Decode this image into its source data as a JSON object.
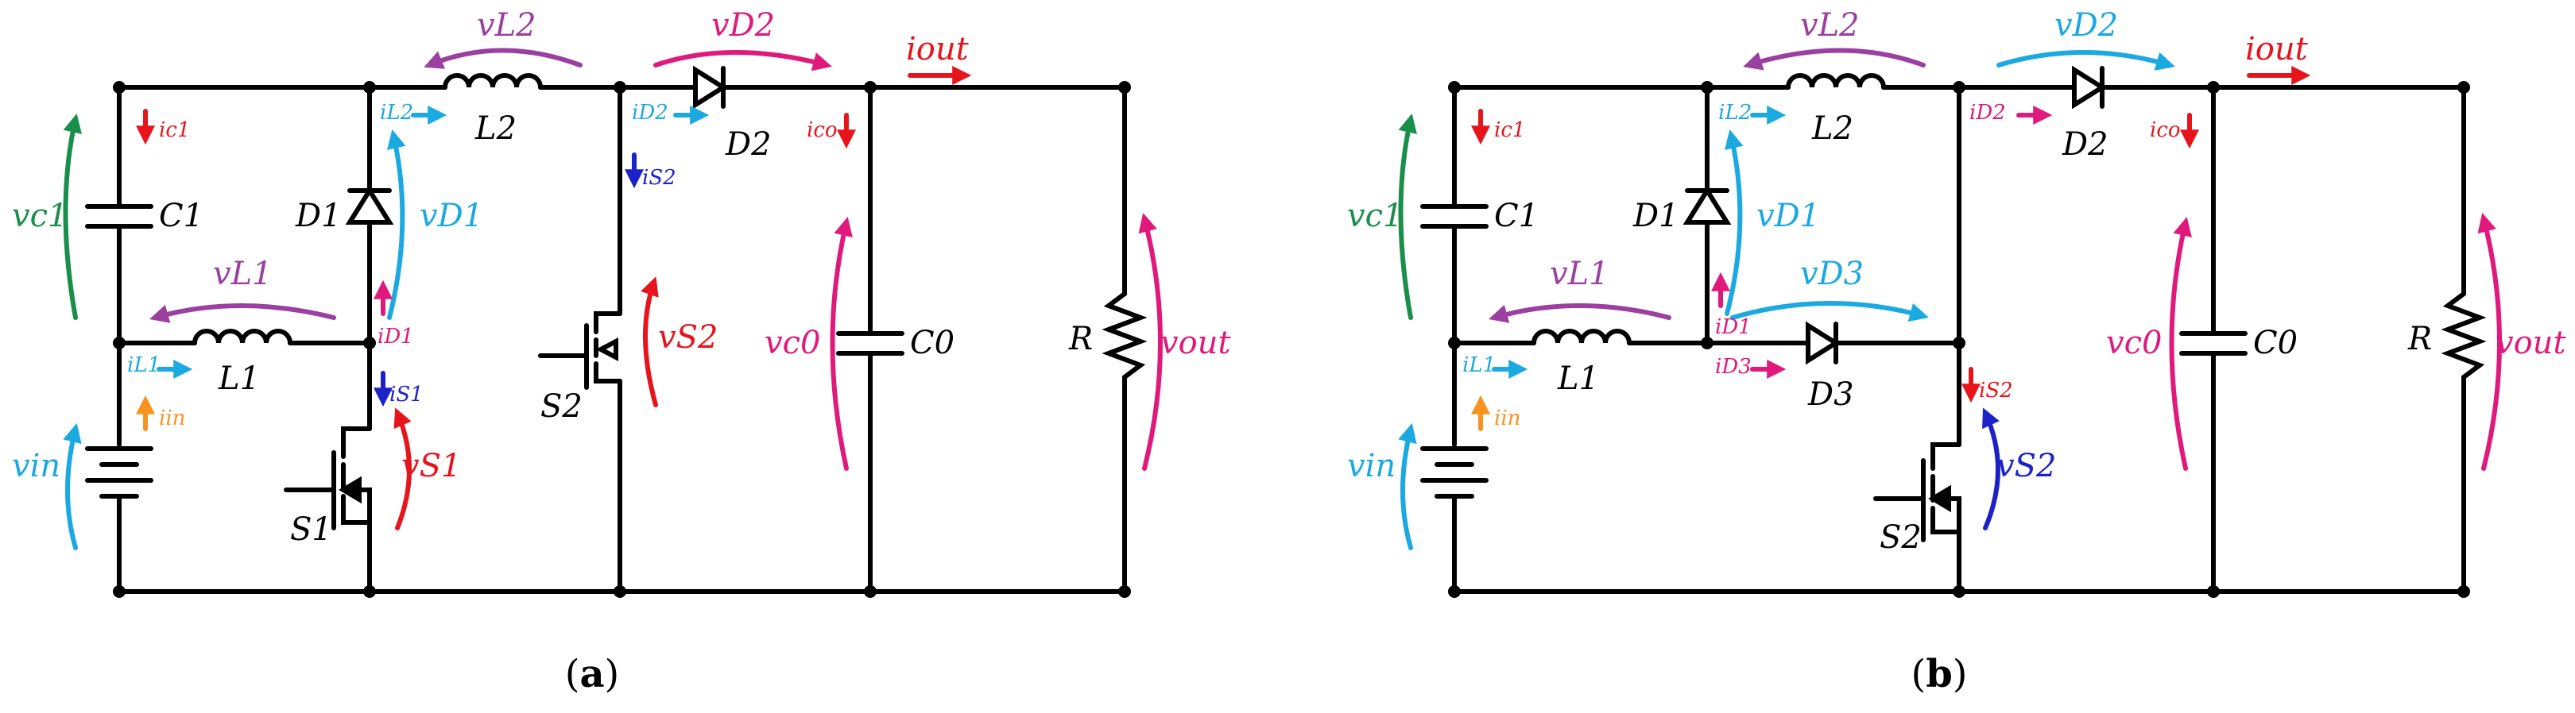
{
  "colors": {
    "wire": "#000000",
    "red": "#e8141c",
    "cyan": "#1ba9e1",
    "magenta": "#e0197d",
    "purple": "#9b3fa0",
    "green": "#1a8e4b",
    "blue": "#1c22c8",
    "orange": "#f7931e"
  },
  "captions": {
    "a": {
      "open": "(",
      "letter": "a",
      "close": ")"
    },
    "b": {
      "open": "(",
      "letter": "b",
      "close": ")"
    }
  },
  "circuit_a": {
    "labels": {
      "vL2": "vL2",
      "vD2": "vD2",
      "iout": "iout",
      "iC1": "ic1",
      "iL2": "iL2",
      "L2": "L2",
      "iD2": "iD2",
      "D2": "D2",
      "iCo": "ico",
      "vC1": "vc1",
      "C1": "C1",
      "D1": "D1",
      "vD1": "vD1",
      "iS2": "iS2",
      "vL1": "vL1",
      "iD1": "iD1",
      "vS2": "vS2",
      "vC0": "vc0",
      "C0": "C0",
      "R": "R",
      "vout": "vout",
      "iL1": "iL1",
      "L1": "L1",
      "iS1": "iS1",
      "S2": "S2",
      "iin": "iin",
      "vin": "vin",
      "vS1": "vS1",
      "S1": "S1"
    }
  },
  "circuit_b": {
    "labels": {
      "vL2": "vL2",
      "vD2": "vD2",
      "iout": "iout",
      "iC1": "ic1",
      "iL2": "iL2",
      "L2": "L2",
      "iD2": "iD2",
      "D2": "D2",
      "iCo": "ico",
      "vC1": "vc1",
      "C1": "C1",
      "D1": "D1",
      "vD1": "vD1",
      "vL1": "vL1",
      "vD3": "vD3",
      "iD1": "iD1",
      "vC0": "vc0",
      "C0": "C0",
      "R": "R",
      "vout": "vout",
      "iL1": "iL1",
      "L1": "L1",
      "iD3": "iD3",
      "D3": "D3",
      "iS2": "iS2",
      "iin": "iin",
      "vin": "vin",
      "vS2": "vS2",
      "S2": "S2"
    }
  }
}
